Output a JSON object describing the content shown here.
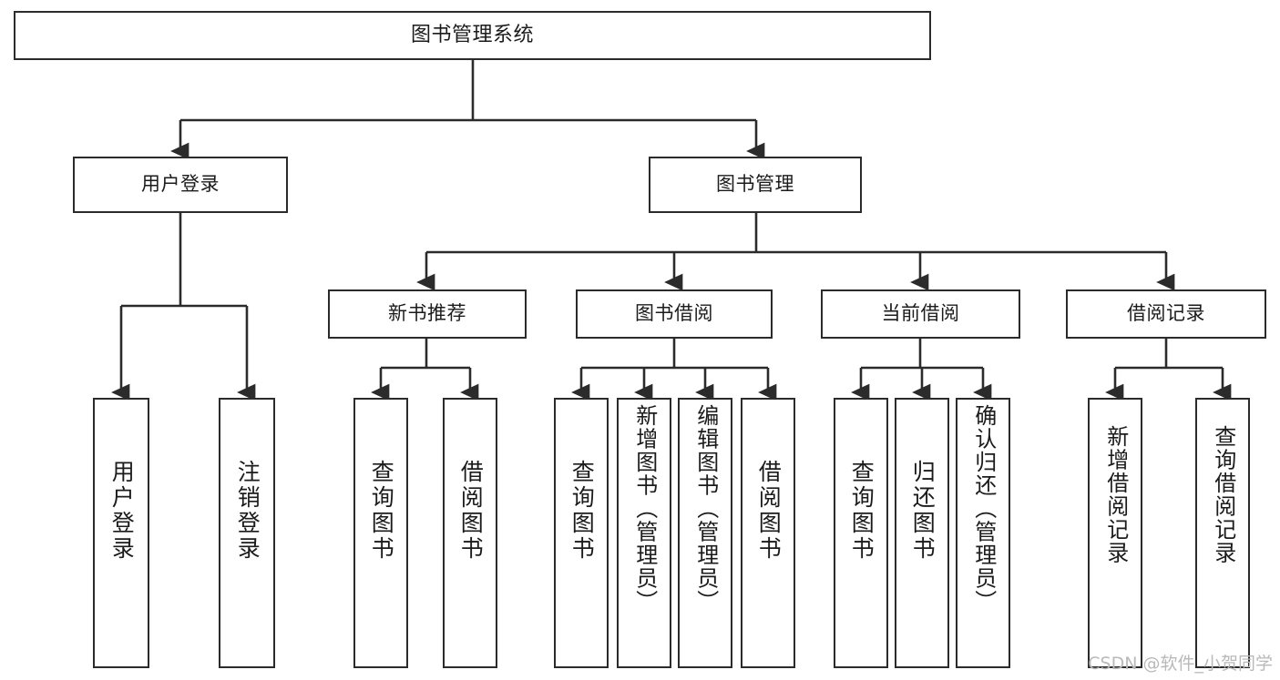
{
  "diagram": {
    "type": "tree-hierarchy-chart",
    "title": "图书管理系统",
    "watermark": "CSDN @软件_小贺同学",
    "colors": {
      "background": "#ffffff",
      "box_border": "#2b2b2b",
      "box_fill": "#ffffff",
      "connector": "#2b2b2b",
      "text": "#1b1b1b",
      "watermark": "#b9b9b9"
    },
    "levels": {
      "level1": [
        {
          "id": "root",
          "label": "图书管理系统"
        }
      ],
      "level2": [
        {
          "id": "user-login",
          "label": "用户登录"
        },
        {
          "id": "book-manage",
          "label": "图书管理"
        }
      ],
      "level3": [
        {
          "id": "new-book-recommend",
          "label": "新书推荐",
          "parent": "book-manage"
        },
        {
          "id": "book-borrow",
          "label": "图书借阅",
          "parent": "book-manage"
        },
        {
          "id": "current-borrow",
          "label": "当前借阅",
          "parent": "book-manage"
        },
        {
          "id": "borrow-record",
          "label": "借阅记录",
          "parent": "book-manage"
        }
      ],
      "level4": [
        {
          "id": "leaf-user-login",
          "label": "用户登录",
          "parent": "user-login"
        },
        {
          "id": "leaf-user-logout",
          "label": "注销登录",
          "parent": "user-login"
        },
        {
          "id": "leaf-query-book-1",
          "label": "查询图书",
          "parent": "new-book-recommend"
        },
        {
          "id": "leaf-borrow-book-1",
          "label": "借阅图书",
          "parent": "new-book-recommend"
        },
        {
          "id": "leaf-query-book-2",
          "label": "查询图书",
          "parent": "book-borrow"
        },
        {
          "id": "leaf-add-book",
          "label": "新增图书（管理员）",
          "parent": "book-borrow"
        },
        {
          "id": "leaf-edit-book",
          "label": "编辑图书（管理员）",
          "parent": "book-borrow"
        },
        {
          "id": "leaf-borrow-book-2",
          "label": "借阅图书",
          "parent": "book-borrow"
        },
        {
          "id": "leaf-query-book-3",
          "label": "查询图书",
          "parent": "current-borrow"
        },
        {
          "id": "leaf-return-book",
          "label": "归还图书",
          "parent": "current-borrow"
        },
        {
          "id": "leaf-confirm-return",
          "label": "确认归还（管理员）",
          "parent": "current-borrow"
        },
        {
          "id": "leaf-add-record",
          "label": "新增借阅记录",
          "parent": "borrow-record"
        },
        {
          "id": "leaf-query-record",
          "label": "查询借阅记录",
          "parent": "borrow-record"
        }
      ]
    }
  }
}
